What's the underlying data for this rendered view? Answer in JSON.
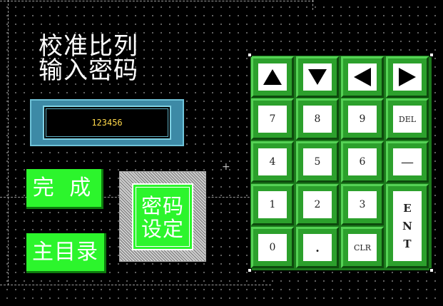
{
  "title": {
    "line1": "校准比列",
    "line2": "输入密码"
  },
  "display": {
    "value": "123456"
  },
  "buttons": {
    "done": "完 成",
    "main_menu": "主目录"
  },
  "password_setting": {
    "line1": "密码",
    "line2": "设定"
  },
  "keypad": {
    "row1": [
      "up-arrow-icon",
      "down-arrow-icon",
      "left-arrow-icon",
      "right-arrow-icon"
    ],
    "row2": [
      "7",
      "8",
      "9",
      "DEL"
    ],
    "row3": [
      "4",
      "5",
      "6",
      "—"
    ],
    "row4": [
      "1",
      "2",
      "3"
    ],
    "row5": [
      "0",
      ".",
      "CLR"
    ],
    "enter": [
      "E",
      "N",
      "T"
    ]
  }
}
